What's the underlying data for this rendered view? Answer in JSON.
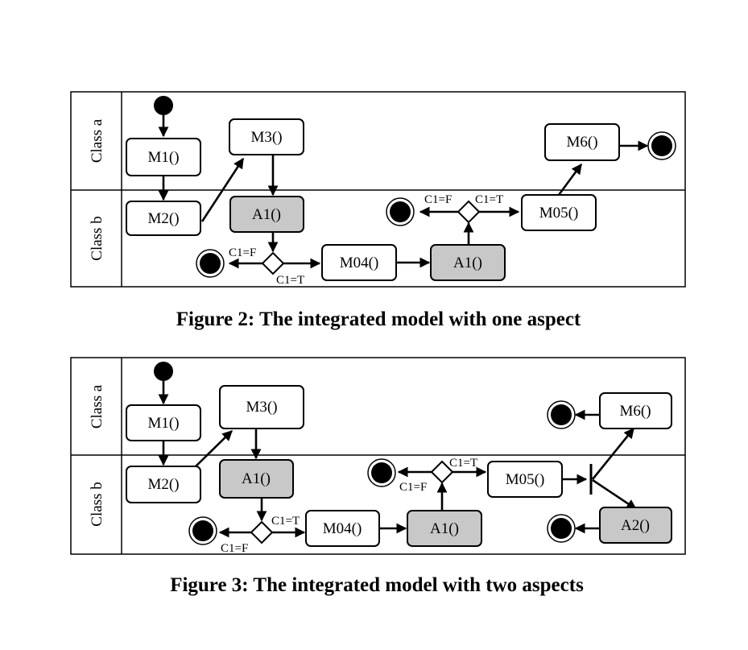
{
  "lanes": {
    "class_a": "Class a",
    "class_b": "Class b"
  },
  "fig2": {
    "caption": "Figure 2: The integrated model with one aspect",
    "m1": "M1()",
    "m2": "M2()",
    "m3": "M3()",
    "a1_first": "A1()",
    "m04": "M04()",
    "a1_second": "A1()",
    "m05": "M05()",
    "m6": "M6()",
    "cond_f_1": "C1=F",
    "cond_t_1": "C1=T",
    "cond_f_2": "C1=F",
    "cond_t_2": "C1=T"
  },
  "fig3": {
    "caption": "Figure 3: The integrated model with two aspects",
    "m1": "M1()",
    "m2": "M2()",
    "m3": "M3()",
    "a1_first": "A1()",
    "m04": "M04()",
    "a1_second": "A1()",
    "m05": "M05()",
    "m6": "M6()",
    "a2": "A2()",
    "cond_t_1": "C1=T",
    "cond_f_1": "C1=F",
    "cond_t_2": "C1=T",
    "cond_f_2": "C1=F"
  }
}
